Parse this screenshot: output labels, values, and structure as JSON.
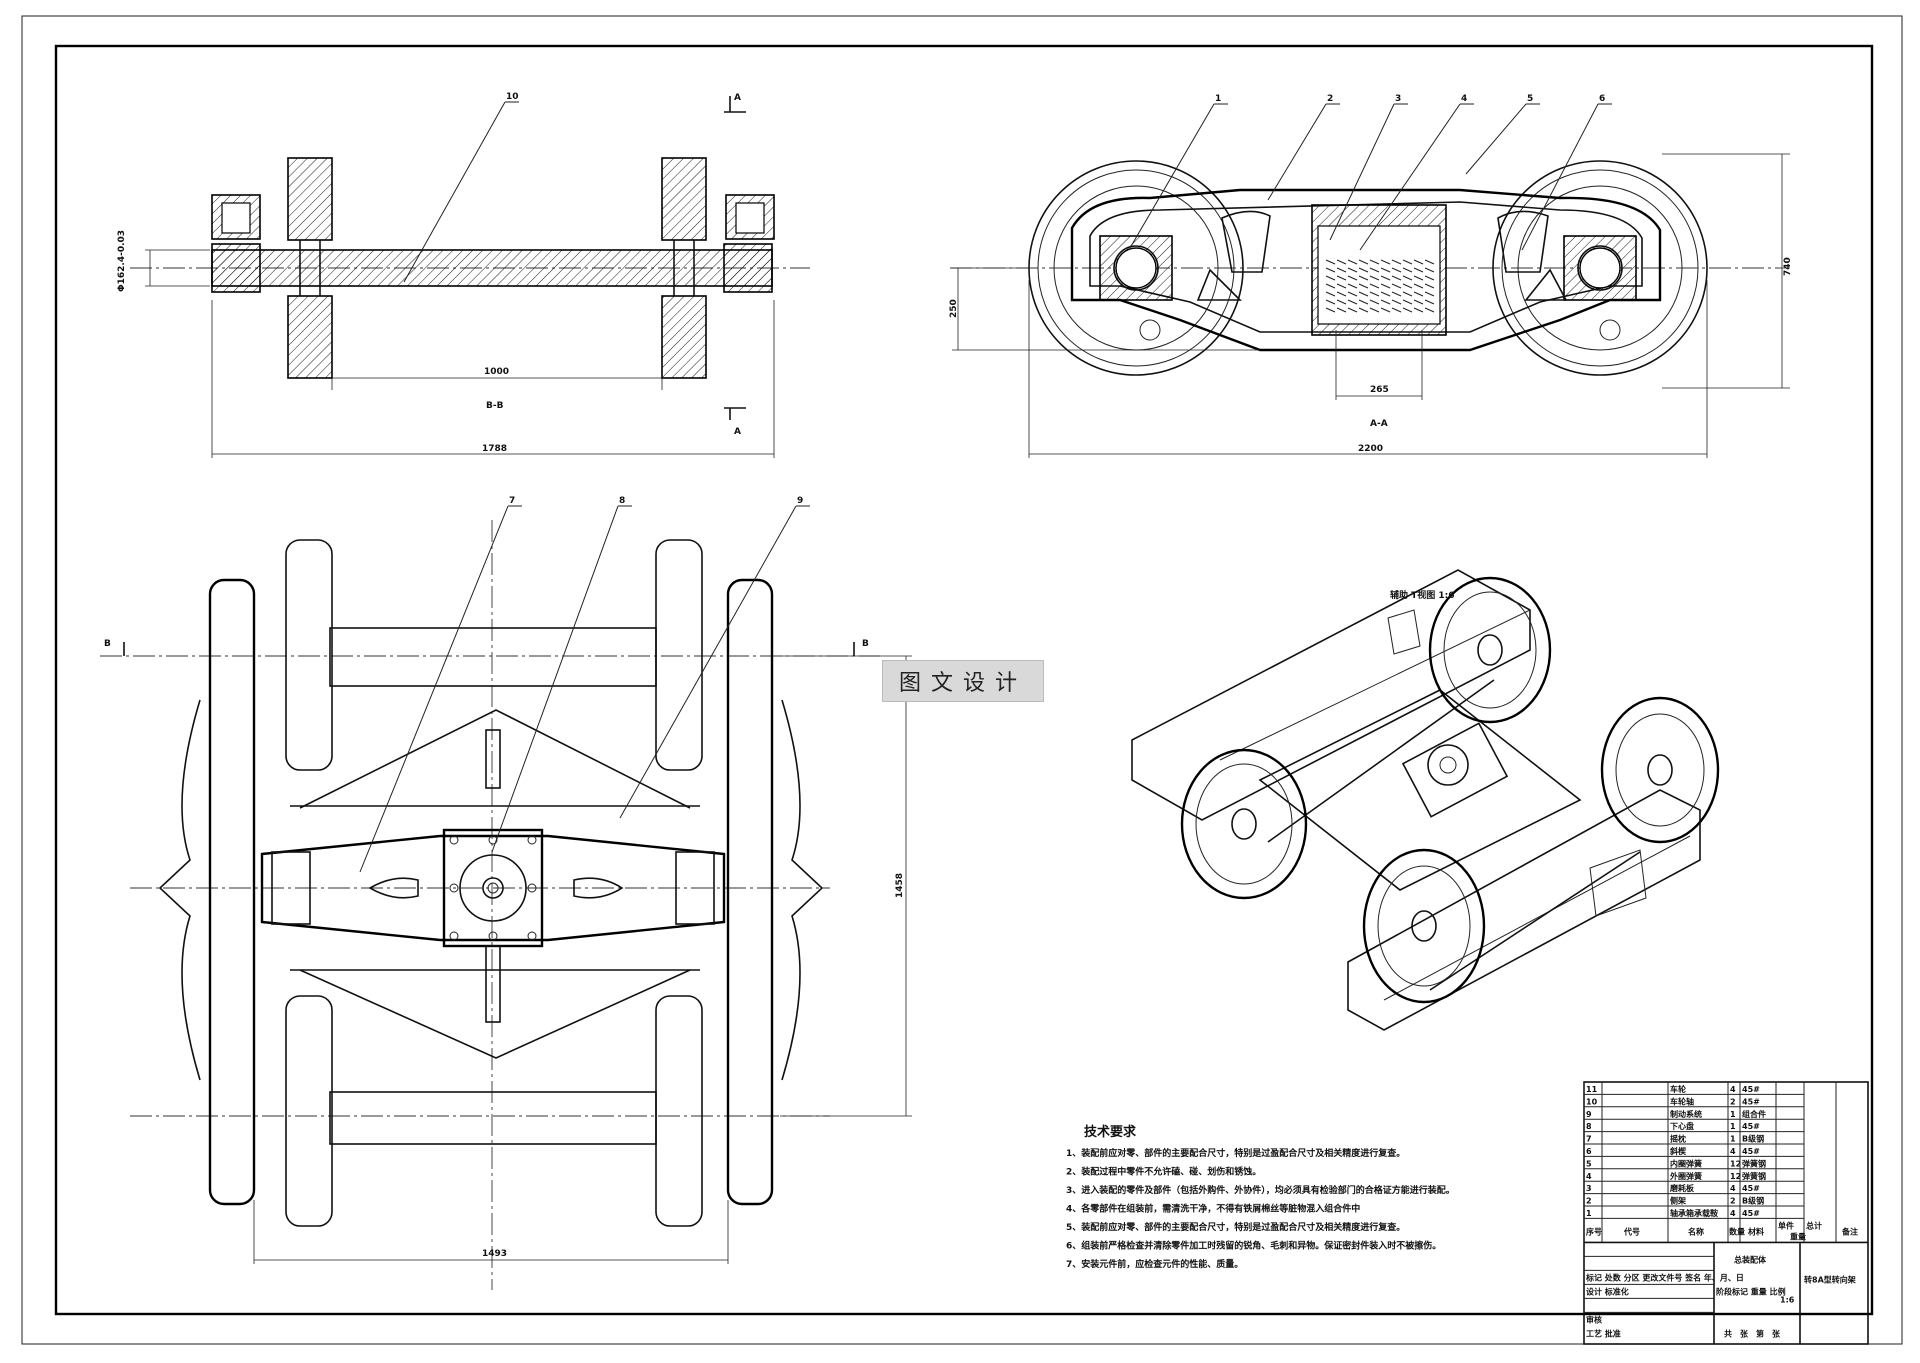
{
  "views": {
    "bb": {
      "label": "B-B",
      "dims": {
        "wheel_span": "1000",
        "overall": "1788",
        "axle_dia": "Φ162.4-0.03"
      },
      "section_mark": "A"
    },
    "aa": {
      "label": "A-A",
      "dims": {
        "overall": "2200",
        "height": "740",
        "side": "250",
        "spring": "265"
      }
    },
    "plan": {
      "dims": {
        "length": "1493",
        "width": "1458"
      },
      "section_mark": "B"
    },
    "iso": {
      "label": "辅助 T视图\n1:6"
    }
  },
  "balloons": [
    "1",
    "2",
    "3",
    "4",
    "5",
    "6",
    "7",
    "8",
    "9",
    "10"
  ],
  "watermark": "图文设计",
  "notes": {
    "title": "技术要求",
    "items": [
      "1、装配前应对零、部件的主要配合尺寸，特别是过盈配合尺寸及相关精度进行复查。",
      "2、装配过程中零件不允许磕、碰、划伤和锈蚀。",
      "3、进入装配的零件及部件（包括外购件、外协件），均必须具有检验部门的合格证方能进行装配。",
      "4、各零部件在组装前，需清洗干净，不得有铁屑棉丝等脏物混入组合件中",
      "5、装配前应对零、部件的主要配合尺寸，特别是过盈配合尺寸及相关精度进行复查。",
      "6、组装前严格检查并清除零件加工时残留的锐角、毛刺和异物。保证密封件装入时不被擦伤。",
      "7、安装元件前，应检查元件的性能、质量。"
    ]
  },
  "bom": {
    "rows": [
      [
        "11",
        "车轮",
        "4",
        "45#"
      ],
      [
        "10",
        "车轮轴",
        "2",
        "45#"
      ],
      [
        "9",
        "制动系统",
        "1",
        "组合件"
      ],
      [
        "8",
        "下心盘",
        "1",
        "45#"
      ],
      [
        "7",
        "摇枕",
        "1",
        "B级钢"
      ],
      [
        "6",
        "斜楔",
        "4",
        "45#"
      ],
      [
        "5",
        "内圈弹簧",
        "12",
        "弹簧钢"
      ],
      [
        "4",
        "外圈弹簧",
        "12",
        "弹簧钢"
      ],
      [
        "3",
        "磨耗板",
        "4",
        "45#"
      ],
      [
        "2",
        "侧架",
        "2",
        "B级钢"
      ],
      [
        "1",
        "轴承箱承载鞍",
        "4",
        "45#"
      ]
    ],
    "header": {
      "no": "序号",
      "code": "代号",
      "name": "名称",
      "qty": "数量",
      "material": "材料",
      "single": "单件",
      "total": "总计",
      "weight": "重量",
      "remark": "备注"
    }
  },
  "title_block": {
    "assembly": "总装配体",
    "drawing_title": "转8A型转向架",
    "scale": "1:6",
    "labels": {
      "mark": "标记",
      "count": "处数",
      "zone": "分区",
      "docno": "更改文件号",
      "sign": "签名",
      "date": "年、月、日",
      "design": "设计",
      "std": "标准化",
      "stage": "阶段标记",
      "weight": "重量",
      "ratio": "比例",
      "review": "审核",
      "process": "工艺",
      "approve": "批准",
      "sheets": "共　张　第　张"
    }
  }
}
